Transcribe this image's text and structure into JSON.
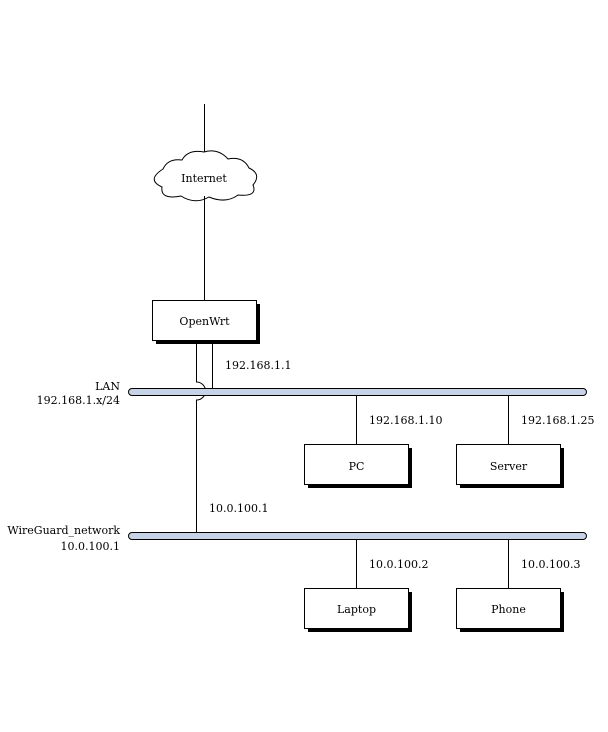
{
  "internet": {
    "label": "Internet"
  },
  "router": {
    "label": "OpenWrt"
  },
  "networks": {
    "lan": {
      "name": "LAN",
      "subnet": "192.168.1.x/24",
      "router_address": "192.168.1.1"
    },
    "wireguard": {
      "name": "WireGuard_network",
      "subnet": "10.0.100.1",
      "router_address": "10.0.100.1"
    }
  },
  "nodes": {
    "pc": {
      "label": "PC",
      "address": "192.168.1.10"
    },
    "server": {
      "label": "Server",
      "address": "192.168.1.25"
    },
    "laptop": {
      "label": "Laptop",
      "address": "10.0.100.2"
    },
    "phone": {
      "label": "Phone",
      "address": "10.0.100.3"
    }
  }
}
